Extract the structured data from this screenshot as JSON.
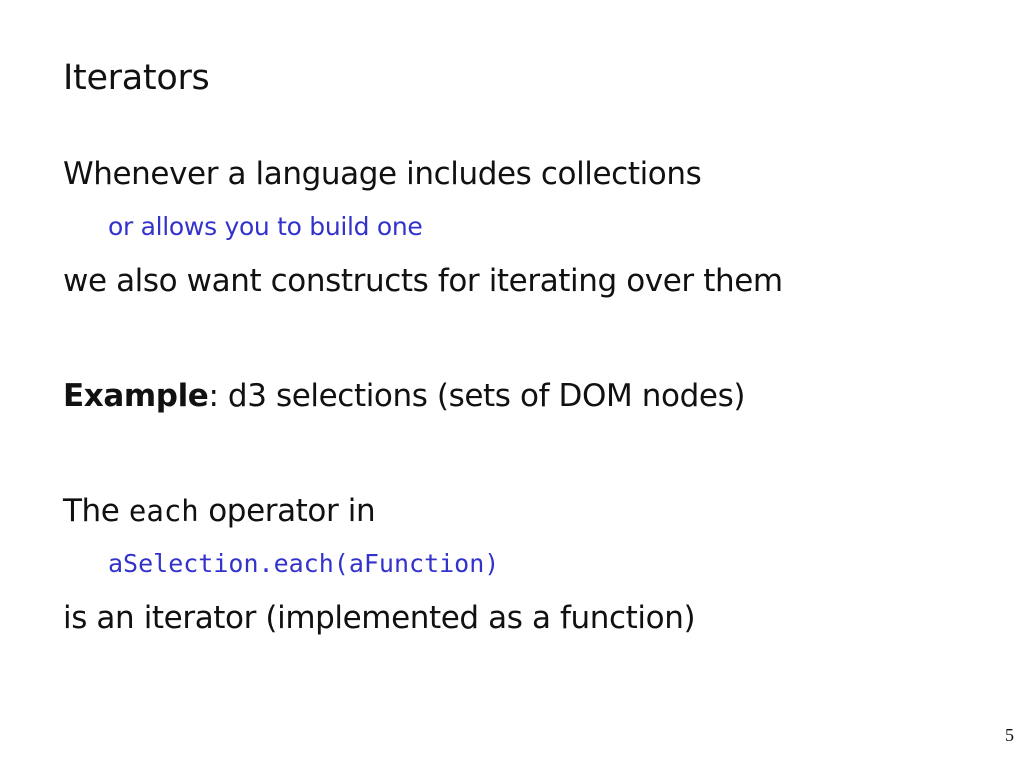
{
  "slide": {
    "title": "Iterators",
    "line1": "Whenever a language includes collections",
    "line1_sub": "or allows you to build one",
    "line2": "we also want constructs for iterating over them",
    "example_label": "Example",
    "example_text": ": d3 selections (sets of DOM nodes)",
    "line3_pre": "The ",
    "line3_code": "each",
    "line3_post": " operator in",
    "line3_sub": "aSelection.each(aFunction)",
    "line4": "is an iterator (implemented as a function)",
    "page_number": "5"
  },
  "colors": {
    "text": "#111111",
    "accent": "#3333cc",
    "background": "#ffffff"
  }
}
